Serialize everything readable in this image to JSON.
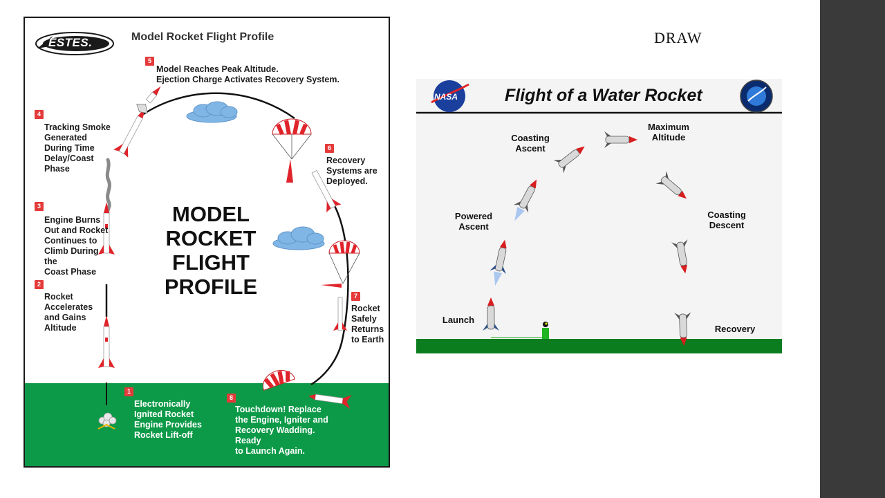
{
  "slide": {
    "heading": "DRAW"
  },
  "estes": {
    "logo_text": "ESTES.",
    "title": "Model Rocket Flight Profile",
    "big_title": [
      "MODEL",
      "ROCKET",
      "FLIGHT",
      "PROFILE"
    ],
    "steps": [
      {
        "num": "1",
        "lines": [
          "Electronically",
          "Ignited Rocket",
          "Engine Provides",
          "Rocket Lift-off"
        ]
      },
      {
        "num": "2",
        "lines": [
          "Rocket",
          "Accelerates",
          "and Gains",
          "Altitude"
        ]
      },
      {
        "num": "3",
        "lines": [
          "Engine Burns",
          "Out and Rocket",
          "Continues to",
          "Climb During the",
          "Coast Phase"
        ]
      },
      {
        "num": "4",
        "lines": [
          "Tracking Smoke",
          "Generated",
          "During Time",
          "Delay/Coast",
          "Phase"
        ]
      },
      {
        "num": "5",
        "lines": [
          "Model Reaches Peak Altitude.",
          "Ejection Charge Activates Recovery System."
        ]
      },
      {
        "num": "6",
        "lines": [
          "Recovery",
          "Systems are",
          "Deployed."
        ]
      },
      {
        "num": "7",
        "lines": [
          "Rocket",
          "Safely",
          "Returns",
          "to Earth"
        ]
      },
      {
        "num": "8",
        "lines": [
          "Touchdown! Replace",
          "the Engine, Igniter and",
          "Recovery Wadding. Ready",
          "to Launch Again."
        ]
      }
    ],
    "colors": {
      "ground": "#0d9a48",
      "rocket_red": "#e0242b",
      "cloud": "#7fb6e6"
    }
  },
  "water_rocket": {
    "logo_text": "NASA",
    "title": "Flight of a Water Rocket",
    "labels": {
      "coasting_ascent": [
        "Coasting",
        "Ascent"
      ],
      "maximum_altitude": [
        "Maximum",
        "Altitude"
      ],
      "powered_ascent": [
        "Powered",
        "Ascent"
      ],
      "coasting_descent": [
        "Coasting",
        "Descent"
      ],
      "launch": "Launch",
      "recovery": "Recovery"
    },
    "colors": {
      "ground": "#0b7d1f",
      "background": "#f4f4f4"
    }
  }
}
